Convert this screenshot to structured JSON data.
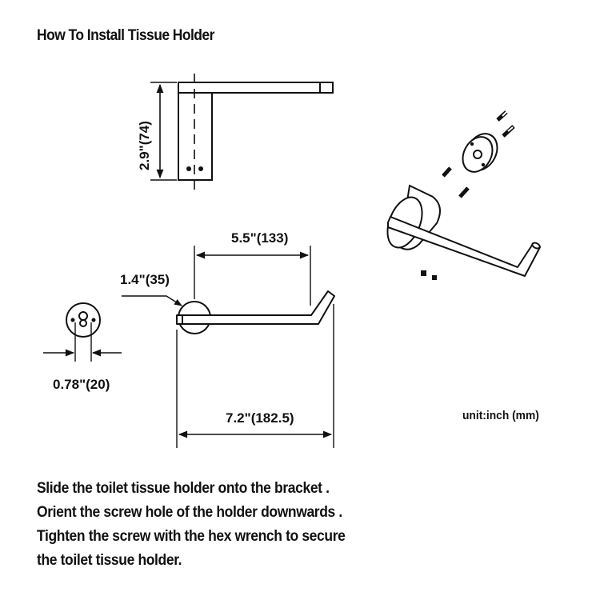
{
  "title": "How To Install Tissue Holder",
  "dimensions": {
    "height": "2.9\"(74)",
    "arm_length": "5.5\"(133)",
    "holder_diameter": "1.4\"(35)",
    "base_width": "0.78\"(20)",
    "overall_length": "7.2\"(182.5)"
  },
  "unit_note": "unit:inch (mm)",
  "instructions": [
    "Slide the  toilet tissue holder onto the bracket .",
    "Orient the screw hole of the holder downwards .",
    "Tighten the screw with the hex wrench to secure",
    "the toilet tissue holder."
  ]
}
